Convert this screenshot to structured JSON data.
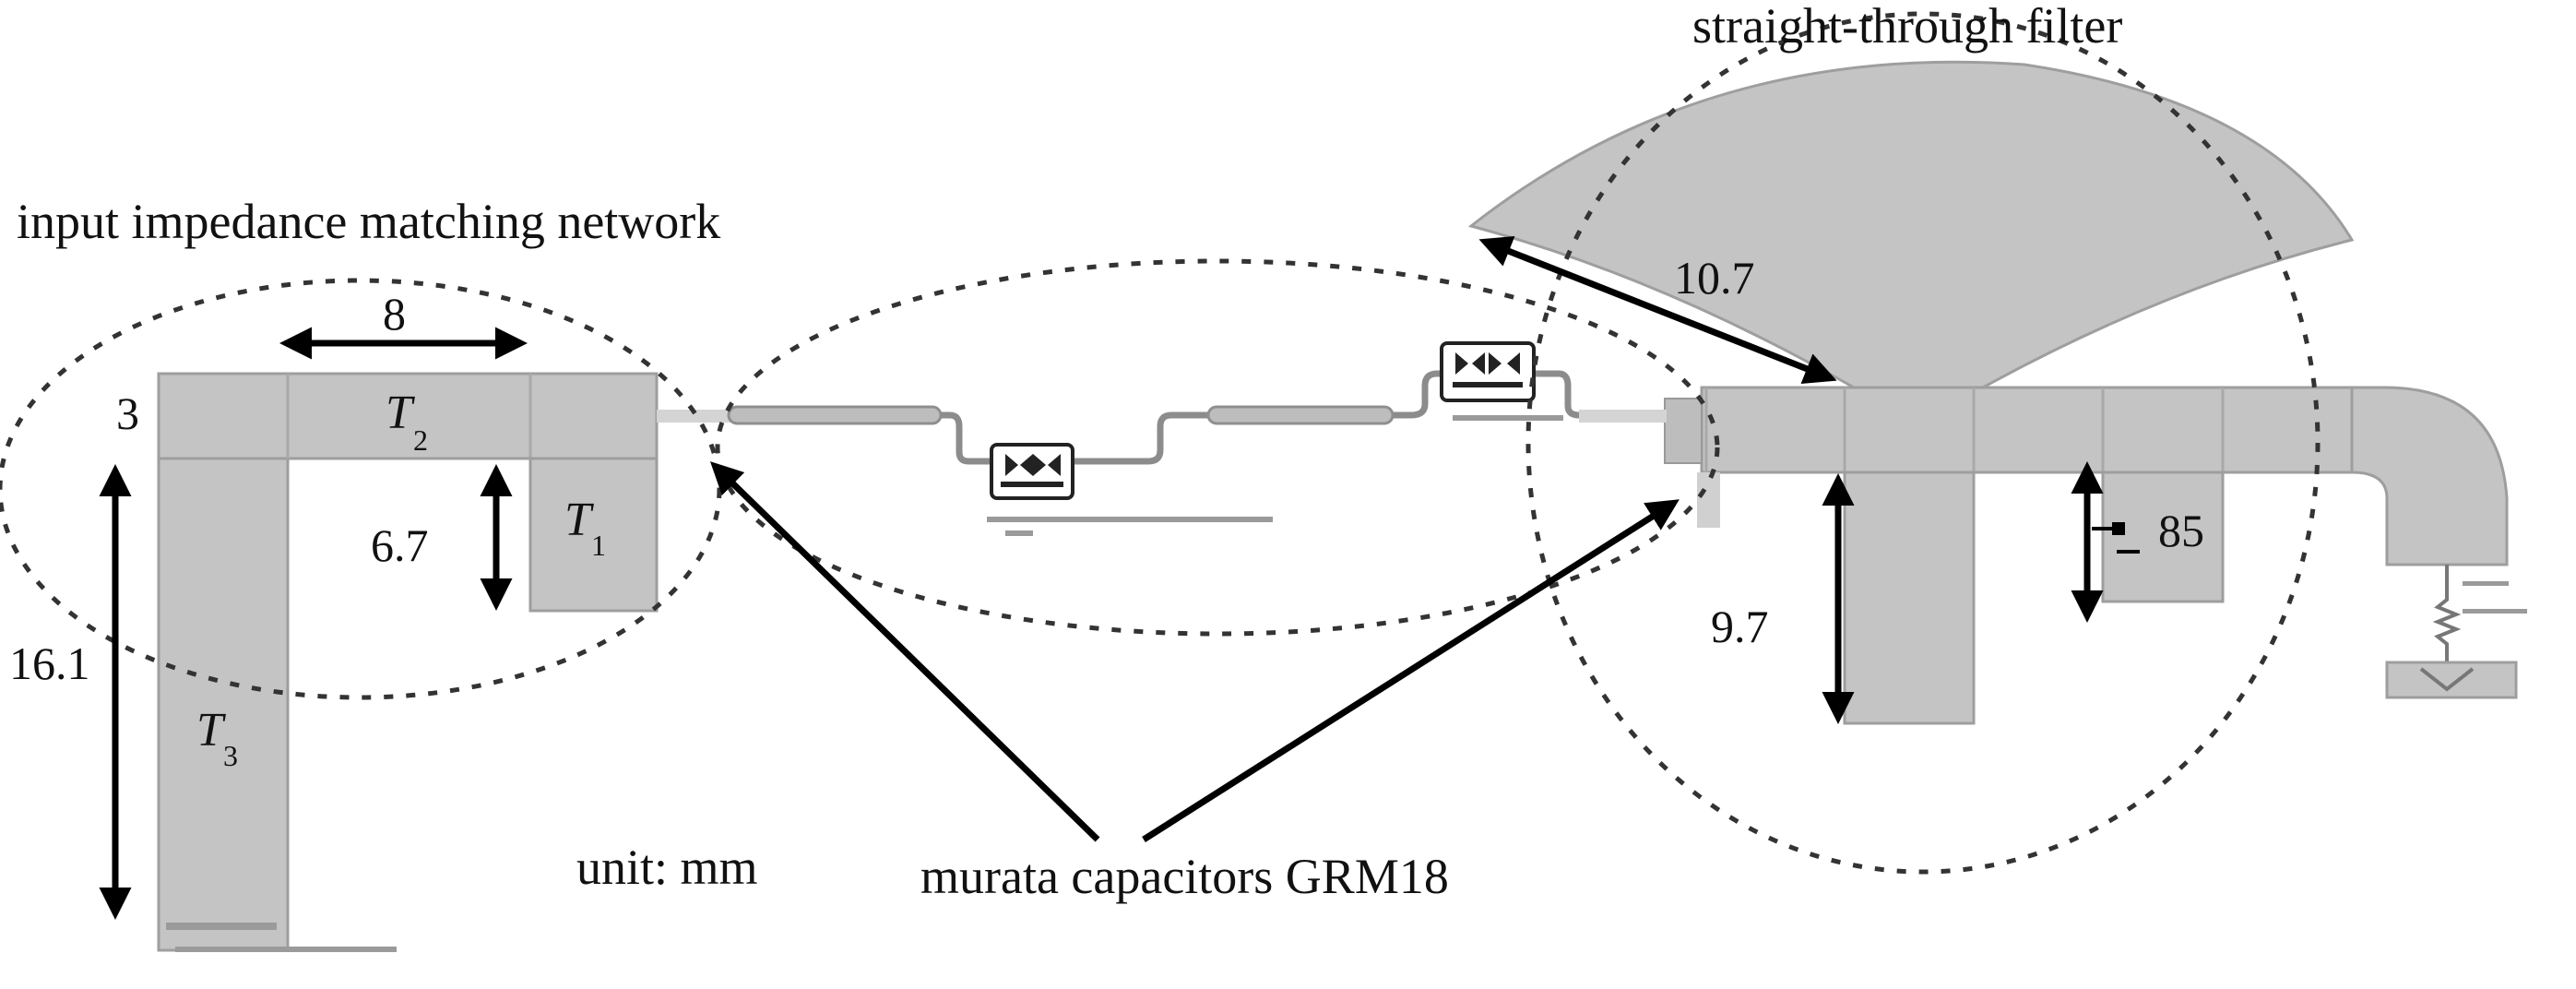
{
  "labels": {
    "input_network": "input impedance matching network",
    "filter": "straight-through filter",
    "unit": "unit: mm",
    "capacitors": "murata capacitors GRM18"
  },
  "dimensions": {
    "t2_width": "8",
    "t2_height": "3",
    "t1_height": "6.7",
    "t3_height": "16.1",
    "stub_height": "9.7",
    "radial_stub_radius": "10.7",
    "small_stub": "85"
  },
  "segments": {
    "t1": "T",
    "t1_sub": "1",
    "t2": "T",
    "t2_sub": "2",
    "t3": "T",
    "t3_sub": "3"
  }
}
